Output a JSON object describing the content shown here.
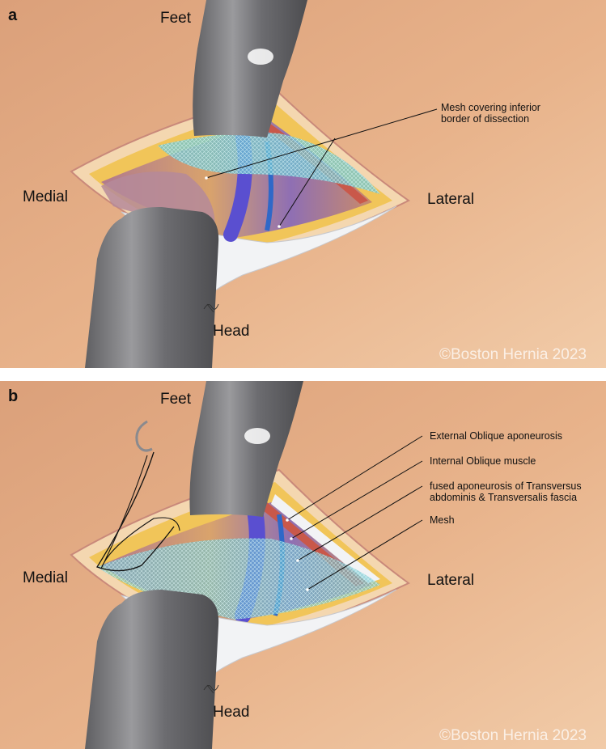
{
  "panels": [
    {
      "letter": "a",
      "orientation": {
        "top": "Feet",
        "bottom": "Head",
        "left": "Medial",
        "right": "Lateral"
      },
      "annotations": [
        "Mesh covering inferior\nborder of dissection"
      ],
      "copyright": "©Boston Hernia 2023"
    },
    {
      "letter": "b",
      "orientation": {
        "top": "Feet",
        "bottom": "Head",
        "left": "Medial",
        "right": "Lateral"
      },
      "annotations": [
        "External Oblique aponeurosis",
        "Internal Oblique muscle",
        "fused aponeurosis of Transversus\nabdominis & Transversalis fascia",
        "Mesh"
      ],
      "copyright": "©Boston Hernia 2023"
    }
  ],
  "colors": {
    "skin": "#e2a67d",
    "skin_light": "#f0c9a5",
    "retractor": "#7d7d80",
    "mesh": "#6ec3cf",
    "cord_vessel": "#5a4fd0",
    "fat_layer": "#f0c24a",
    "muscle": "#c9584a"
  }
}
